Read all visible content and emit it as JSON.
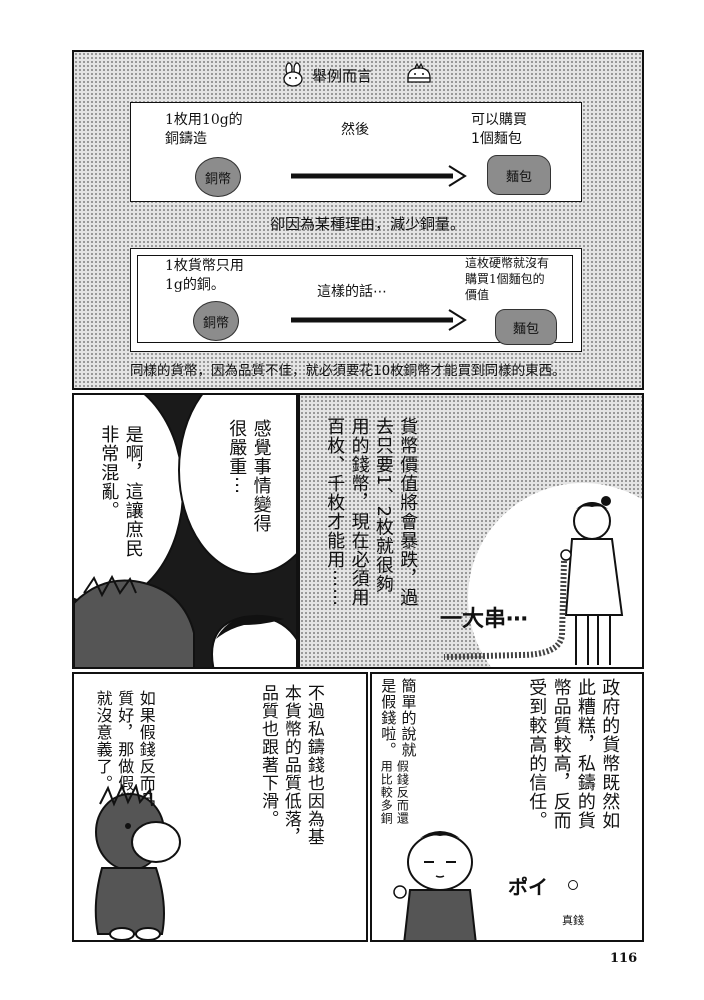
{
  "top": {
    "header": "舉例而言",
    "example1": {
      "left": "1枚用10g的\n銅鑄造",
      "middle": "然後",
      "right": "可以購買\n1個麵包",
      "coin": "銅幣",
      "bread": "麵包"
    },
    "reason": "卻因為某種理由，減少銅量。",
    "example2": {
      "left": "1枚貨幣只用\n1g的銅。",
      "middle": "這樣的話⋯",
      "right": "這枚硬幣就沒有\n購買1個麵包的\n價值",
      "coin": "銅幣",
      "bread": "麵包"
    },
    "conclusion": "同樣的貨幣，因為品質不佳，就必須要花10枚銅幣才能買到同樣的東西。"
  },
  "middle": {
    "bubble_left": "是啊，這讓庶民非常混亂。",
    "bubble_right": "感覺事情變得很嚴重⋯",
    "narration": "貨幣價值將會暴跌，過去只要1、2枚就很夠用的錢幣，現在必須用百枚、千枚才能用⋯⋯",
    "sfx": "一大串⋯"
  },
  "bottom": {
    "horse_speech": "如果假錢反而品質好，那做假錢就沒意義了。",
    "narration_left": "不過私鑄錢也因為基本貨幣的品質低落，品質也跟著下滑。",
    "narration_right": "政府的貨幣既然如此糟糕，私鑄的貨幣品質較高，反而受到較高的信任。",
    "aside": "簡單的說就是假錢啦。",
    "small_note": "假錢反而還用比較多銅",
    "sfx": "ポイ",
    "real_coin": "真錢"
  },
  "page_number": "116"
}
